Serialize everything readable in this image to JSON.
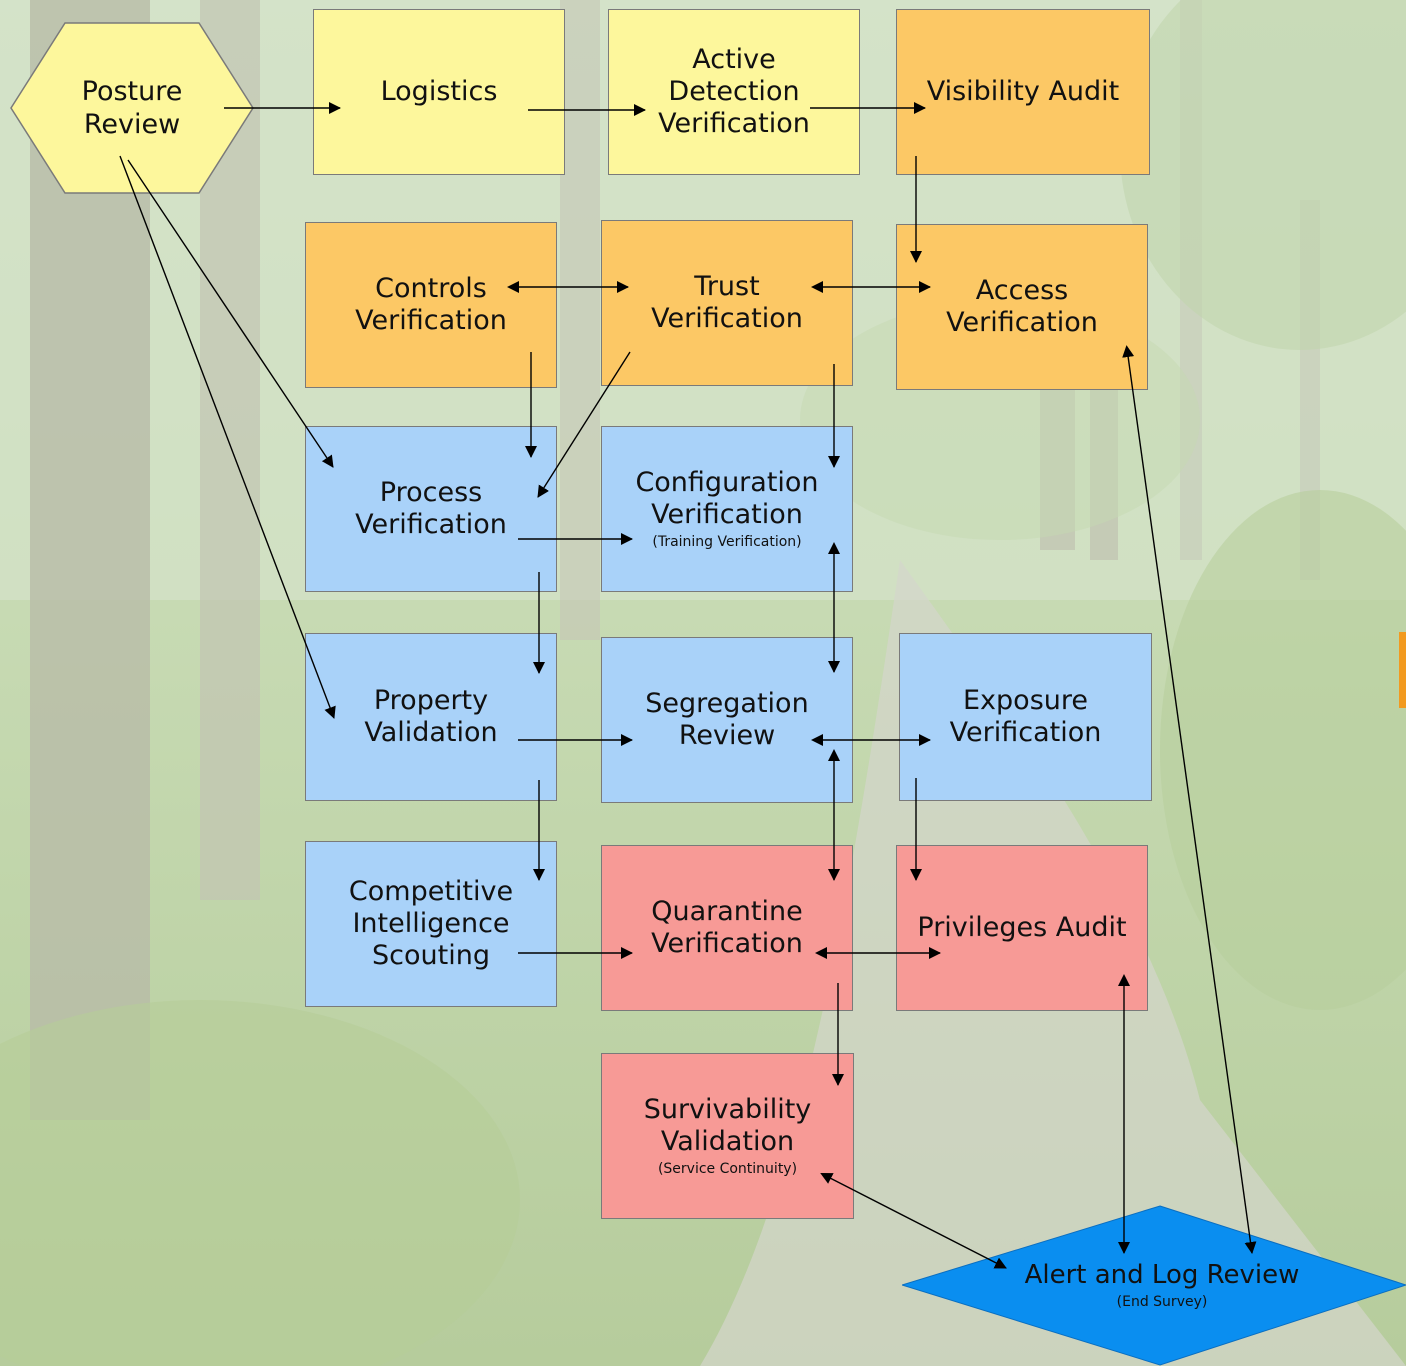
{
  "nodes": {
    "posture_review": {
      "label": "Posture\nReview"
    },
    "logistics": {
      "label": "Logistics"
    },
    "active_detection": {
      "label": "Active\nDetection\nVerification"
    },
    "visibility_audit": {
      "label": "Visibility Audit"
    },
    "controls_verification": {
      "label": "Controls\nVerification"
    },
    "trust_verification": {
      "label": "Trust\nVerification"
    },
    "access_verification": {
      "label": "Access\nVerification"
    },
    "process_verification": {
      "label": "Process\nVerification"
    },
    "configuration_verification": {
      "label": "Configuration\nVerification",
      "sub": "(Training Verification)"
    },
    "property_validation": {
      "label": "Property\nValidation"
    },
    "segregation_review": {
      "label": "Segregation\nReview"
    },
    "exposure_verification": {
      "label": "Exposure\nVerification"
    },
    "competitive_intelligence": {
      "label": "Competitive\nIntelligence\nScouting"
    },
    "quarantine_verification": {
      "label": "Quarantine\nVerification"
    },
    "privileges_audit": {
      "label": "Privileges Audit"
    },
    "survivability_validation": {
      "label": "Survivability\nValidation",
      "sub": "(Service Continuity)"
    },
    "alert_log_review": {
      "label": "Alert and Log Review",
      "sub": "(End Survey)"
    }
  },
  "colors": {
    "yellow": "#fdf79c",
    "orange": "#fcc865",
    "blue": "#a9d2f9",
    "red": "#f79a96",
    "diamond": "#0a8ef0",
    "background": "forest-path-photo"
  }
}
